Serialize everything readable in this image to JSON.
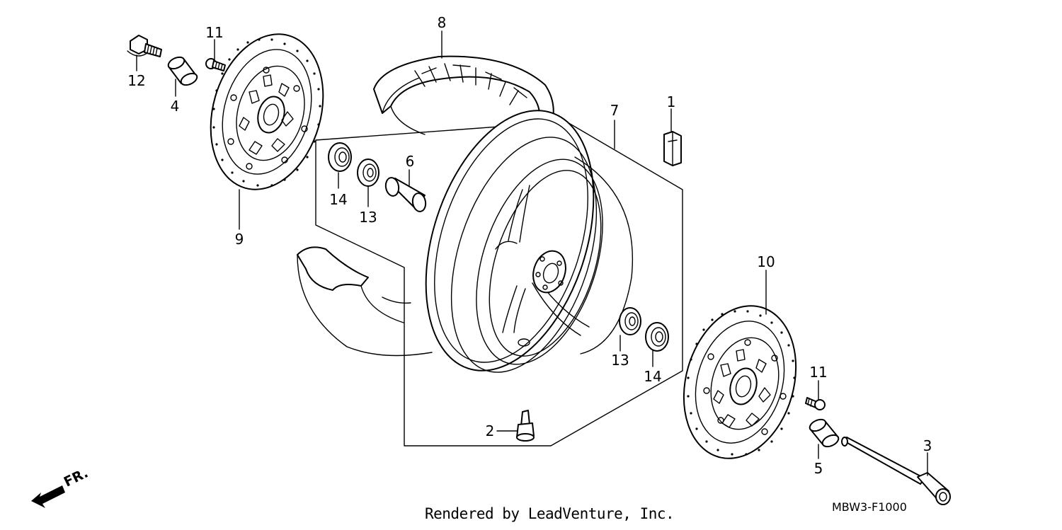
{
  "diagram": {
    "callouts": [
      {
        "id": "c1",
        "label": "1"
      },
      {
        "id": "c2",
        "label": "2"
      },
      {
        "id": "c3",
        "label": "3"
      },
      {
        "id": "c4",
        "label": "4"
      },
      {
        "id": "c5",
        "label": "5"
      },
      {
        "id": "c6",
        "label": "6"
      },
      {
        "id": "c7",
        "label": "7"
      },
      {
        "id": "c8",
        "label": "8"
      },
      {
        "id": "c9",
        "label": "9"
      },
      {
        "id": "c10",
        "label": "10"
      },
      {
        "id": "c11a",
        "label": "11"
      },
      {
        "id": "c11b",
        "label": "11"
      },
      {
        "id": "c12",
        "label": "12"
      },
      {
        "id": "c13a",
        "label": "13"
      },
      {
        "id": "c13b",
        "label": "13"
      },
      {
        "id": "c14a",
        "label": "14"
      },
      {
        "id": "c14b",
        "label": "14"
      }
    ],
    "front_marker": "FR.",
    "diagram_code": "MBW3-F1000",
    "footer": "Rendered by LeadVenture, Inc."
  },
  "colors": {
    "line": "#000000",
    "background": "#ffffff"
  }
}
